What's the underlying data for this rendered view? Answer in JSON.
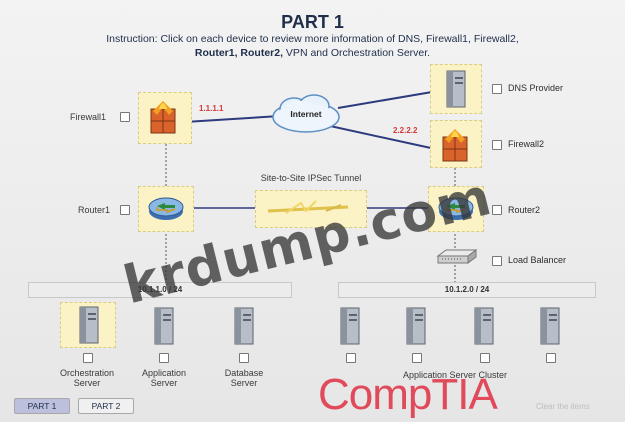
{
  "title": "PART 1",
  "instruction": {
    "line1": "Instruction: Click on each device to review more information of DNS, Firewall1, Firewall2,",
    "line2_bold": "Router1, Router2,",
    "line2_rest": " VPN and Orchestration Server."
  },
  "devices": {
    "firewall1": {
      "label": "Firewall1",
      "ip": "1.1.1.1"
    },
    "firewall2": {
      "label": "Firewall2",
      "ip": "2.2.2.2"
    },
    "dns": {
      "label": "DNS Provider"
    },
    "internet": {
      "label": "Internet"
    },
    "router1": {
      "label": "Router1"
    },
    "router2": {
      "label": "Router2"
    },
    "vpn": {
      "label": "Site-to-Site IPSec Tunnel"
    },
    "load_balancer": {
      "label": "Load Balancer"
    }
  },
  "networks": {
    "left": "10.1.1.0 / 24",
    "right": "10.1.2.0 / 24"
  },
  "servers": {
    "orchestration": {
      "line1": "Orchestration",
      "line2": "Server"
    },
    "application": {
      "line1": "Application",
      "line2": "Server"
    },
    "database": {
      "line1": "Database",
      "line2": "Server"
    },
    "cluster": "Application Server Cluster"
  },
  "tabs": [
    "PART 1",
    "PART 2"
  ],
  "watermark": "krdump.com",
  "logo": "CompTIA",
  "footer_faded": "Clear the items",
  "colors": {
    "title": "#1f2e4a",
    "ip": "#d23a3a",
    "tile": "#fbf3c6",
    "logo": "#e04a5a"
  }
}
